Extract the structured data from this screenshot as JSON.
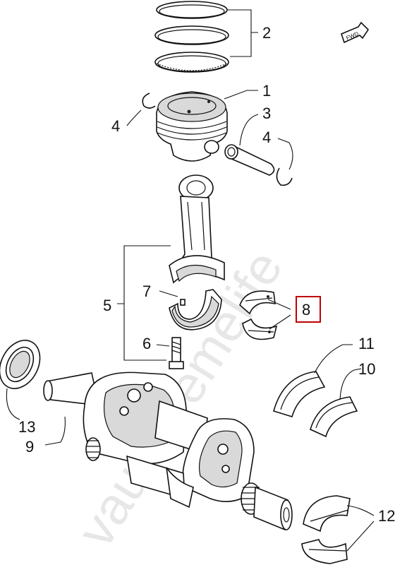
{
  "callouts": {
    "c1": "1",
    "c2": "2",
    "c3": "3",
    "c4a": "4",
    "c4b": "4",
    "c5": "5",
    "c6": "6",
    "c7": "7",
    "c8": "8",
    "c9": "9",
    "c10": "10",
    "c11": "11",
    "c12": "12",
    "c13": "13"
  },
  "fwd_label": "FWD",
  "watermark": "vaultxtremelife",
  "highlight_color": "#c00000"
}
